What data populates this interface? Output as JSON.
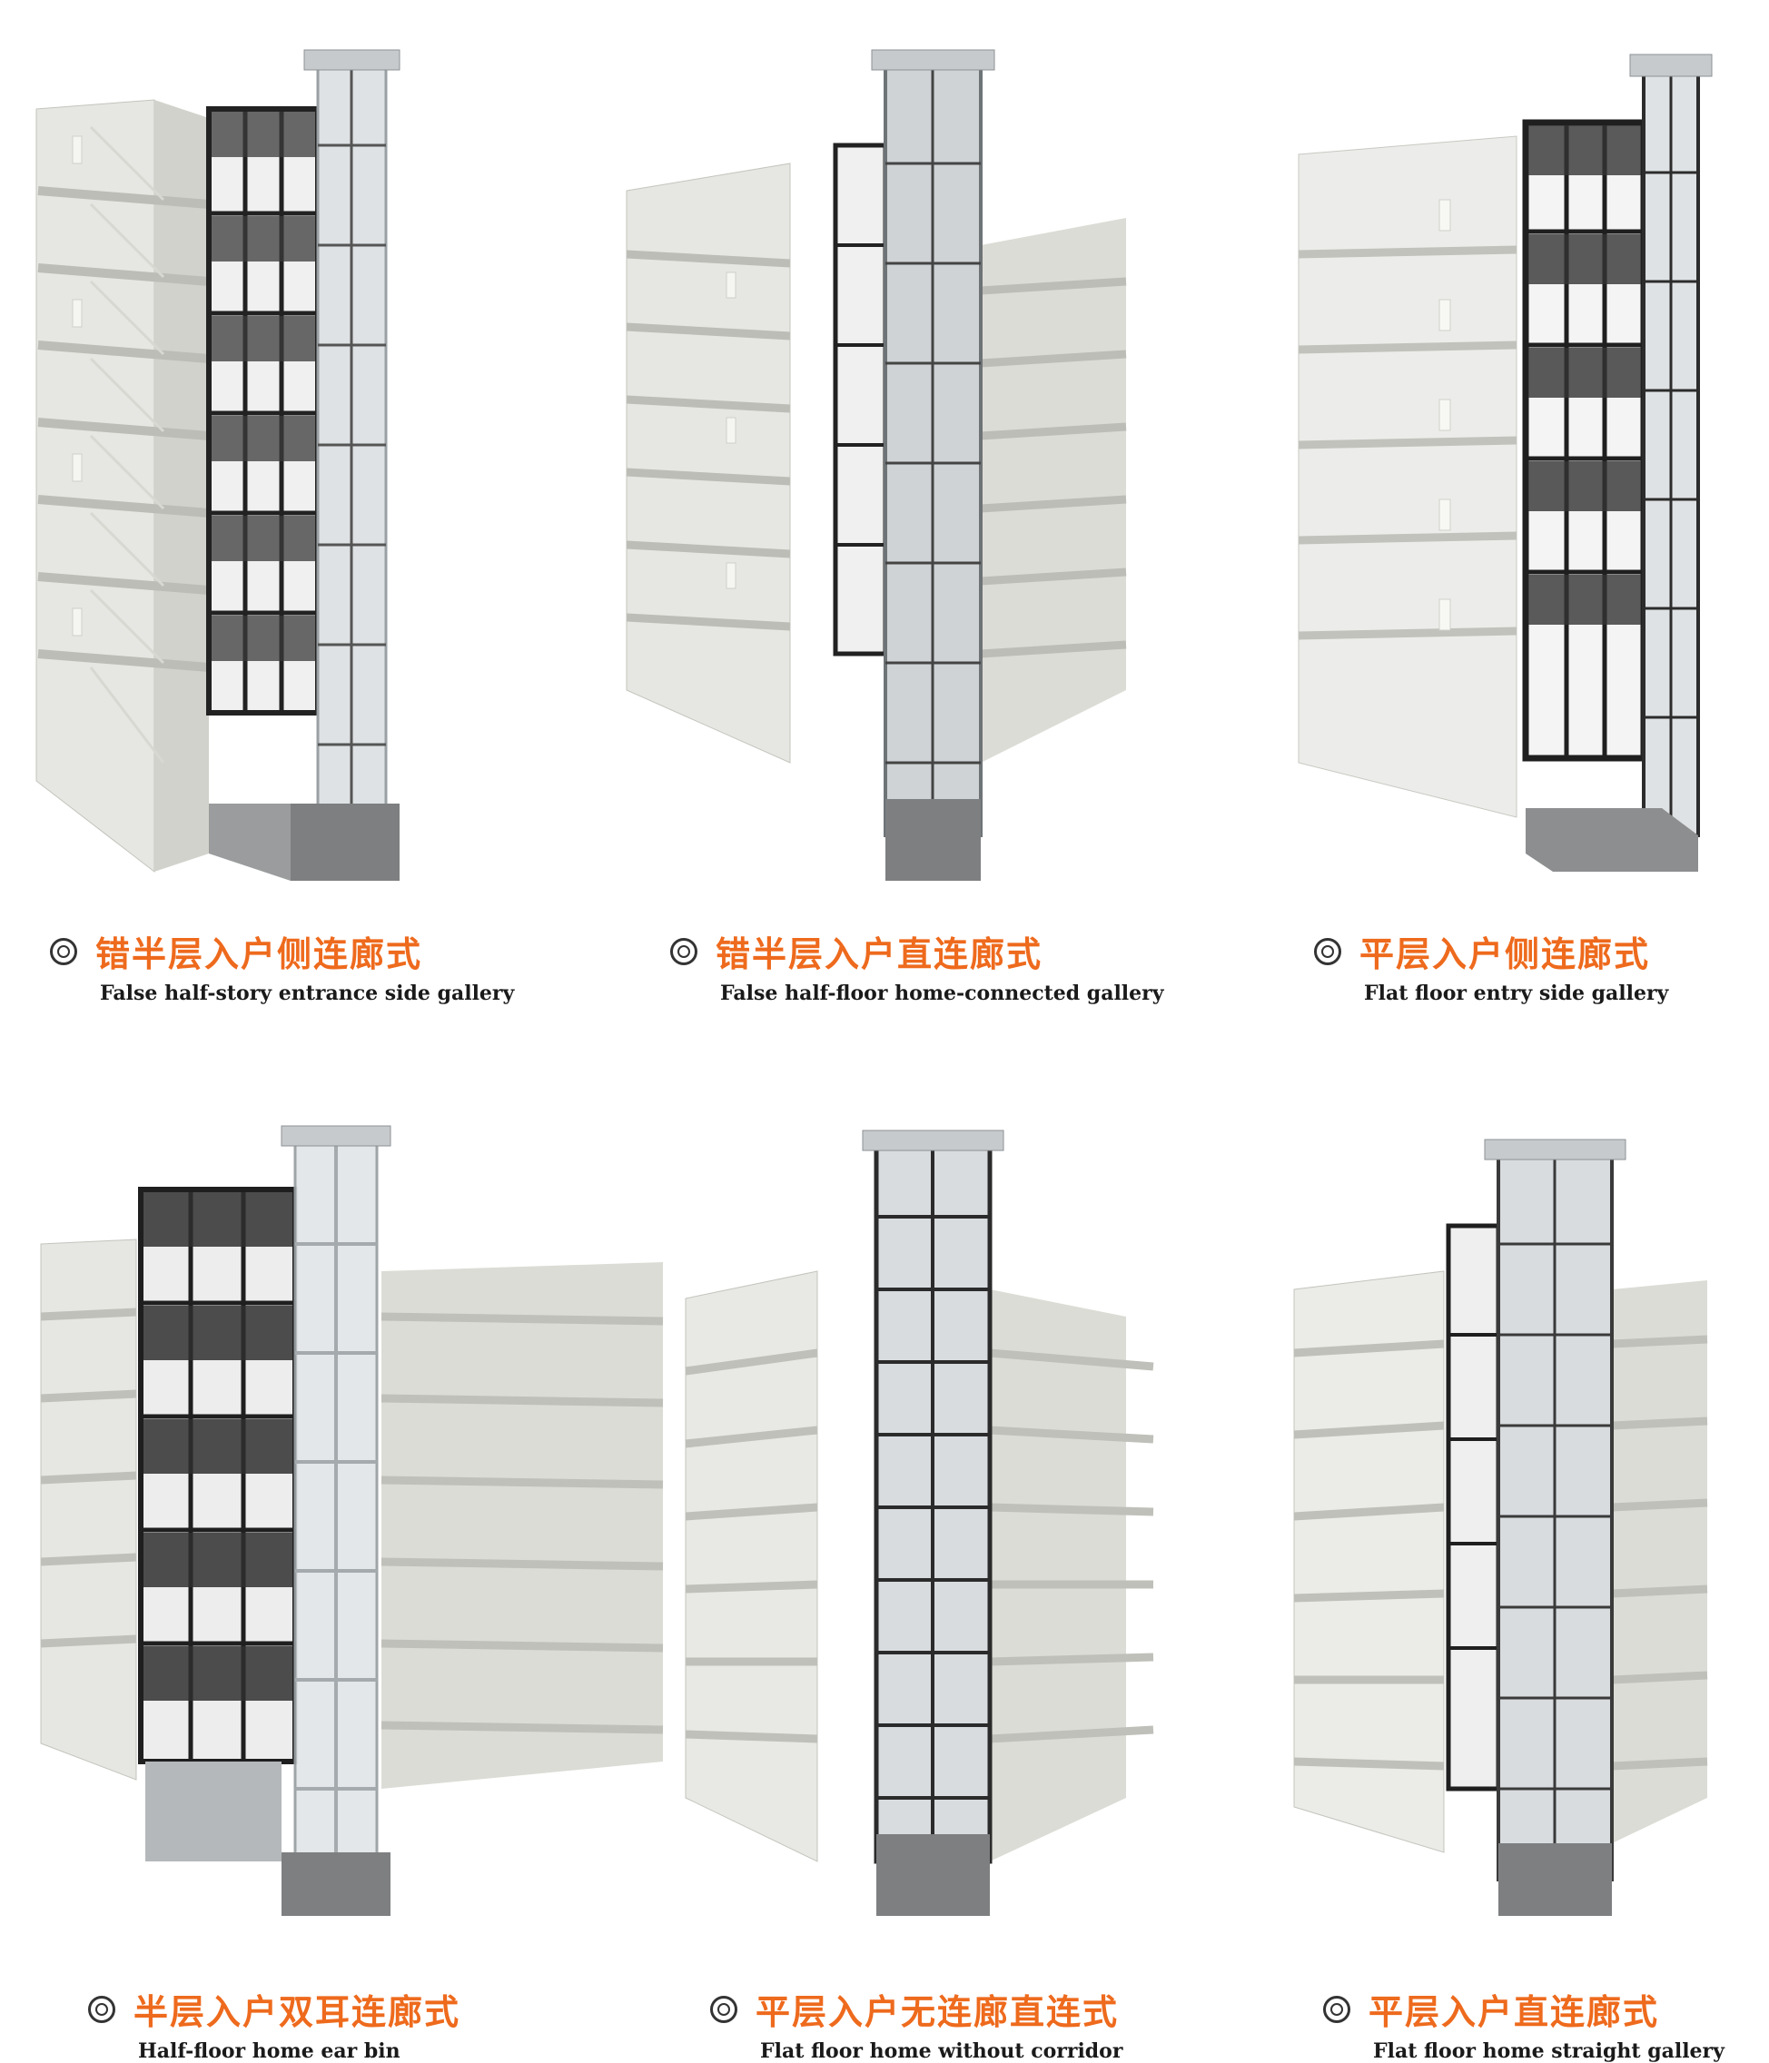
{
  "colors": {
    "accent": "#ee6a1d",
    "wall": "#e8e8e4",
    "wall_shade": "#cfcfca",
    "glass_dark": "#2a2a2a",
    "glass_light": "#f2f2f2",
    "metal": "#b8bcbf",
    "base": "#7d7f80"
  },
  "panels": [
    {
      "id": "p1",
      "zh": "错半层入户侧连廊式",
      "en": "False half-story entrance side gallery",
      "mark_icon": "double-circle-icon"
    },
    {
      "id": "p2",
      "zh": "错半层入户直连廊式",
      "en": "False half-floor home-connected gallery",
      "mark_icon": "double-circle-icon"
    },
    {
      "id": "p3",
      "zh": "平层入户侧连廊式",
      "en": "Flat floor entry side gallery",
      "mark_icon": "double-circle-icon"
    },
    {
      "id": "p4",
      "zh": "半层入户双耳连廊式",
      "en": "Half-floor home ear bin",
      "mark_icon": "double-circle-icon"
    },
    {
      "id": "p5",
      "zh": "平层入户无连廊直连式",
      "en": "Flat floor home without corridor",
      "mark_icon": "double-circle-icon"
    },
    {
      "id": "p6",
      "zh": "平层入户直连廊式",
      "en": "Flat floor home straight gallery",
      "mark_icon": "double-circle-icon"
    }
  ]
}
